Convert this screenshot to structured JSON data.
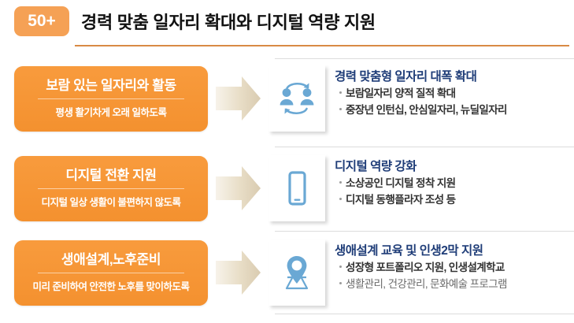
{
  "header": {
    "badge": "50+",
    "title": "경력 맞춤 일자리 확대와 디지털 역량 지원",
    "accent_color": "#f5a155",
    "rule_color": "#d98a45"
  },
  "rows": [
    {
      "left": {
        "title": "보람 있는 일자리와 활동",
        "subtitle": "평생 활기차게 오래 일하도록"
      },
      "arrow_icon": "right-arrow-icon",
      "right": {
        "icon": "people-exchange-icon",
        "title": "경력 맞춤형 일자리 대폭 확대",
        "bullets": [
          {
            "text": "보람일자리 양적 질적 확대",
            "weight": "strong"
          },
          {
            "text": "중장년 인턴십, 안심일자리, 뉴딜일자리",
            "weight": "strong"
          }
        ]
      }
    },
    {
      "left": {
        "title": "디지털 전환 지원",
        "subtitle": "디지털 일상 생활이 불편하지 않도록"
      },
      "arrow_icon": "right-arrow-icon",
      "right": {
        "icon": "smartphone-icon",
        "title": "디지털 역량 강화",
        "bullets": [
          {
            "text": "소상공인 디지털 정착 지원",
            "weight": "strong"
          },
          {
            "text": "디지털 동행플라자 조성 등",
            "weight": "strong"
          }
        ]
      }
    },
    {
      "left": {
        "title": "생애설계,노후준비",
        "subtitle": "미리 준비하여 안전한 노후를 맞이하도록"
      },
      "arrow_icon": "right-arrow-icon",
      "right": {
        "icon": "map-pin-icon",
        "title": "생애설계 교육 및 인생2막 지원",
        "bullets": [
          {
            "text": "성장형 포트폴리오 지원, 인생설계학교",
            "weight": "strong"
          },
          {
            "text": "생활관리, 건강관리, 문화예술 프로그램",
            "weight": "light"
          }
        ]
      }
    }
  ],
  "theme": {
    "orange": "#f79a3c",
    "navy": "#1f3d78",
    "icon_blue": "#6aa8d4",
    "divider": "#dcdcdc"
  }
}
